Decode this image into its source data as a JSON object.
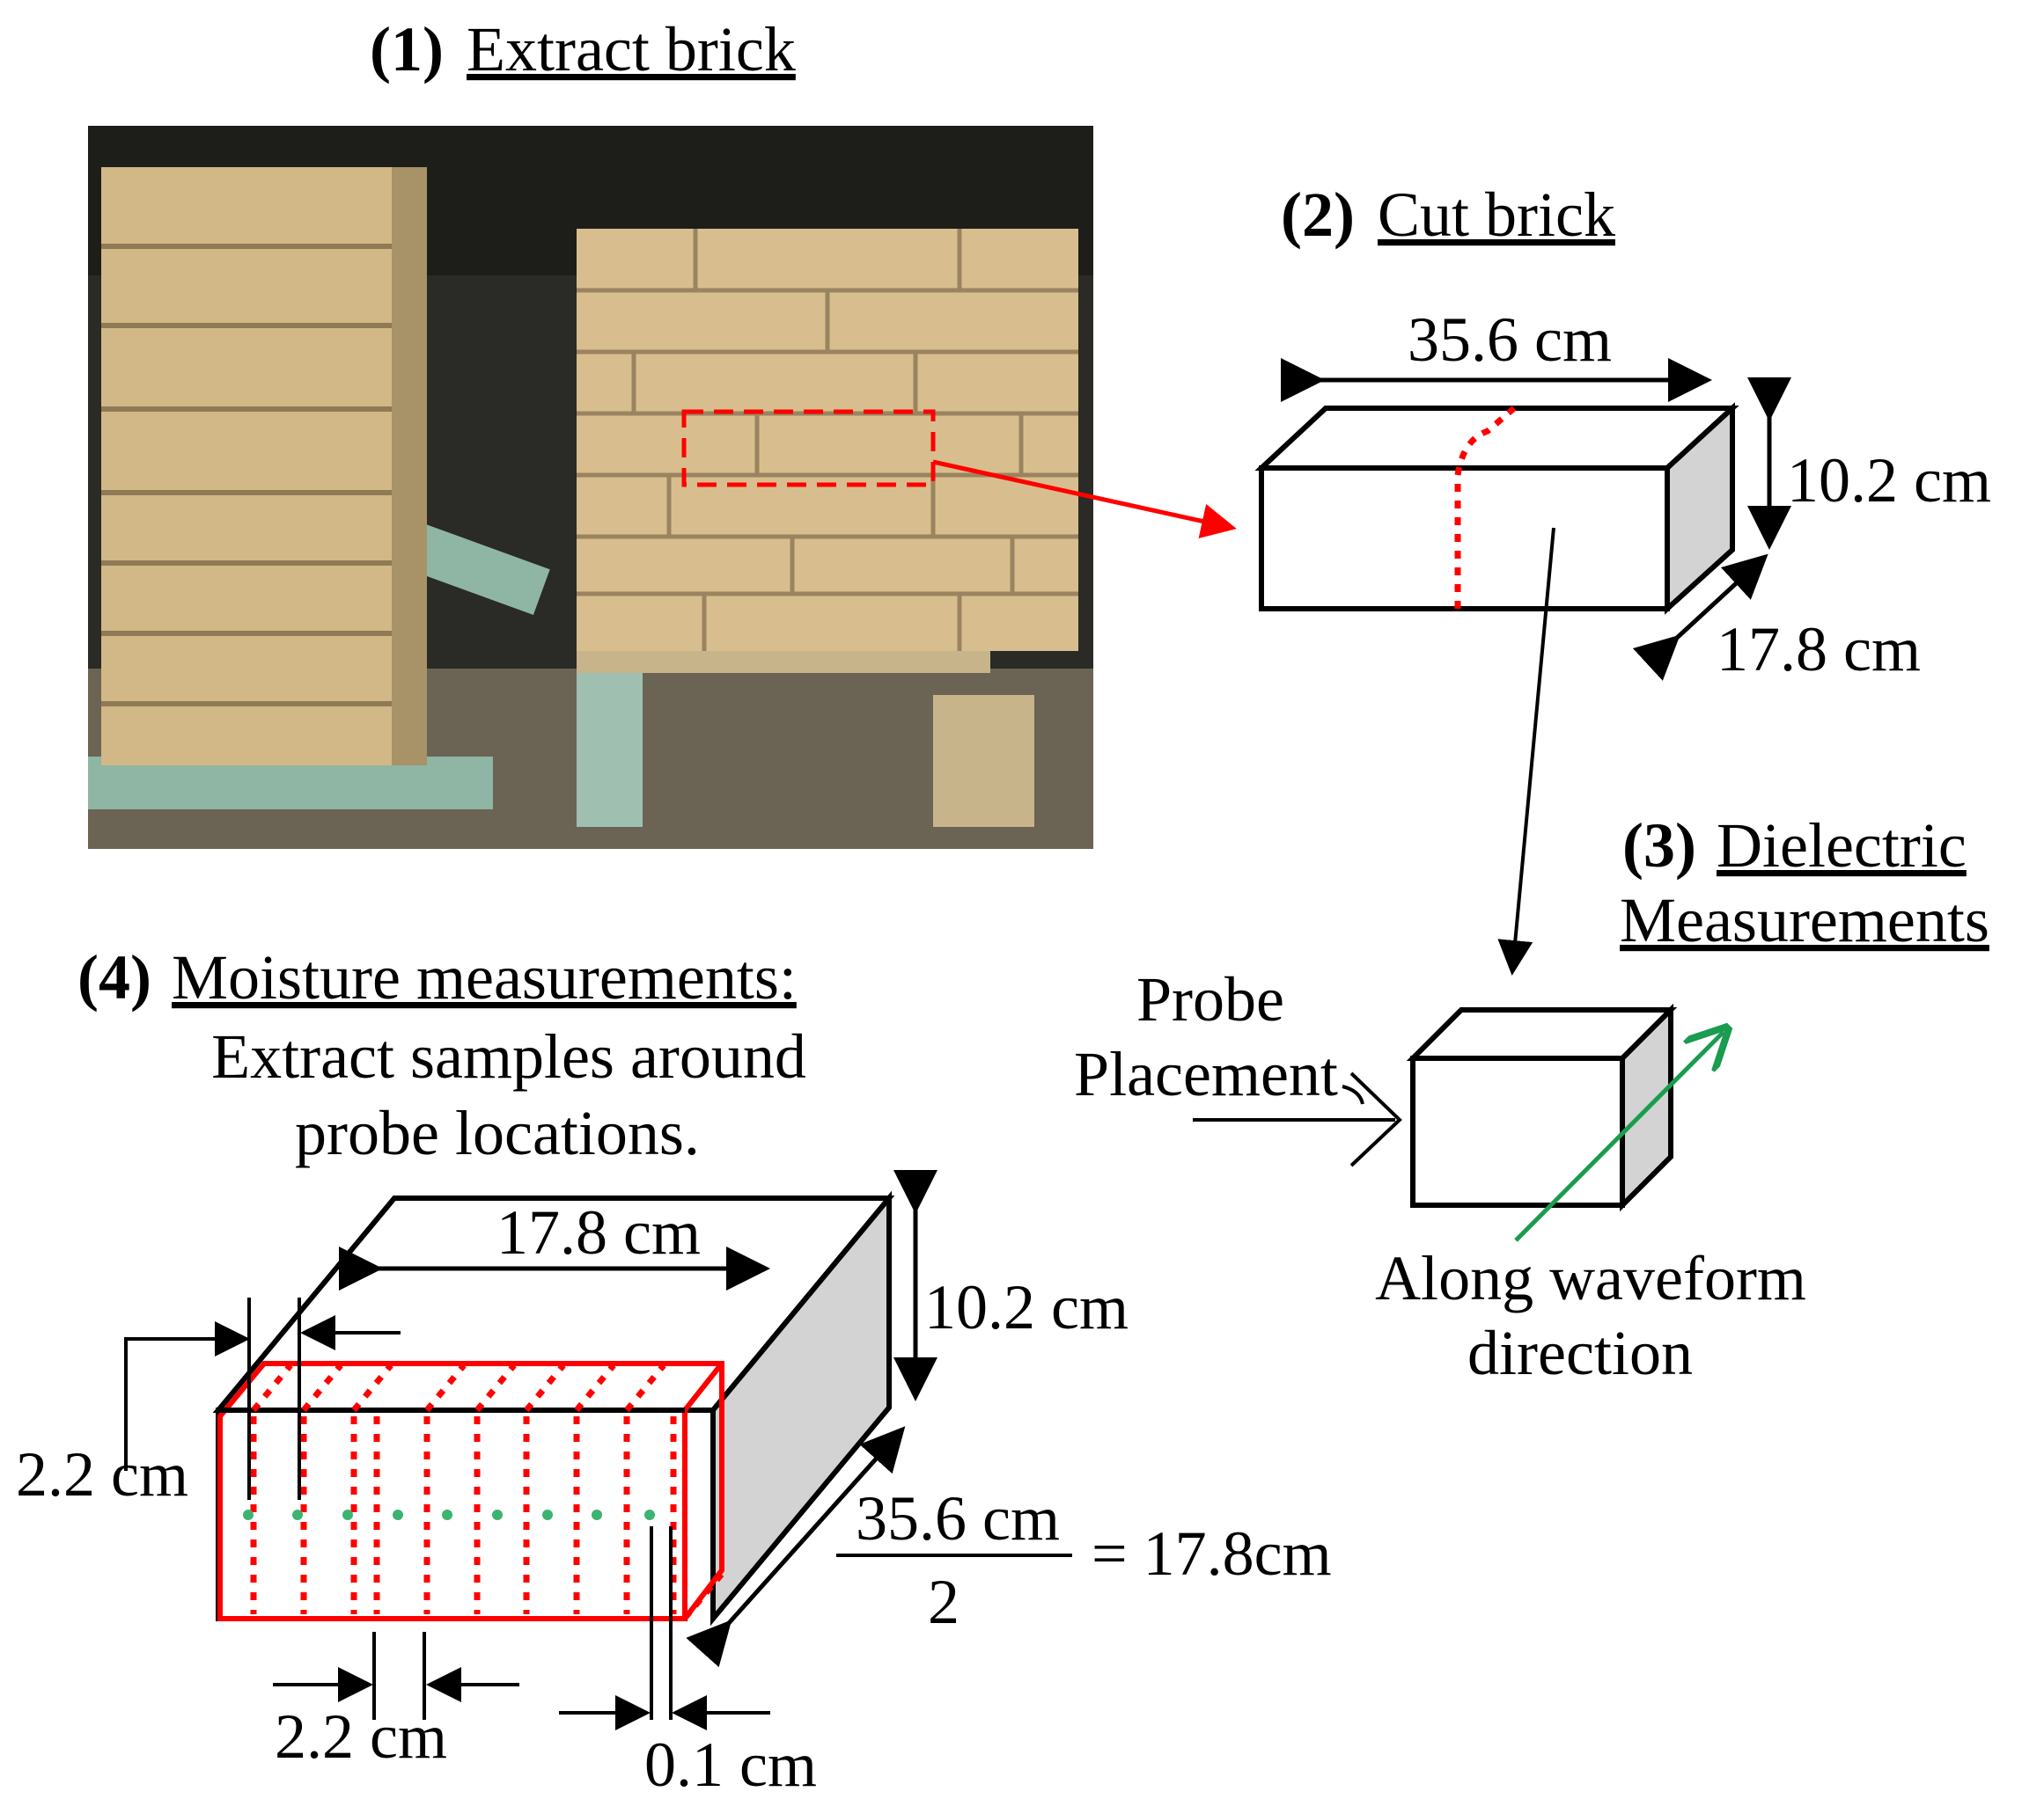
{
  "colors": {
    "cut_line": "#ff0000",
    "shaded_face": "#d3d3d3",
    "probe_dots": "#3cb371",
    "waveform_arrow": "#1a9c50",
    "photo_background": "#2a2a26",
    "brick": "#d2b887"
  },
  "step1": {
    "number": "(1)",
    "title": "Extract brick"
  },
  "step2": {
    "number": "(2)",
    "title": "Cut brick",
    "length": "35.6 cm",
    "height": "10.2 cm",
    "depth": "17.8 cm"
  },
  "step3": {
    "number": "(3)",
    "title_line1": "Dielectric",
    "title_line2": "Measurements",
    "probe_line1": "Probe",
    "probe_line2": "Placement",
    "wave_line1": "Along waveform",
    "wave_line2": "direction"
  },
  "step4": {
    "number": "(4)",
    "title": "Moisture measurements:",
    "desc_line1": "Extract samples around",
    "desc_line2": "probe locations.",
    "top_width": "17.8 cm",
    "height": "10.2 cm",
    "edge_offset": "2.2 cm",
    "spacing": "2.2 cm",
    "slice": "0.1 cm",
    "fraction_numerator": "35.6 cm",
    "fraction_denominator": "2",
    "fraction_result": "= 17.8cm"
  }
}
